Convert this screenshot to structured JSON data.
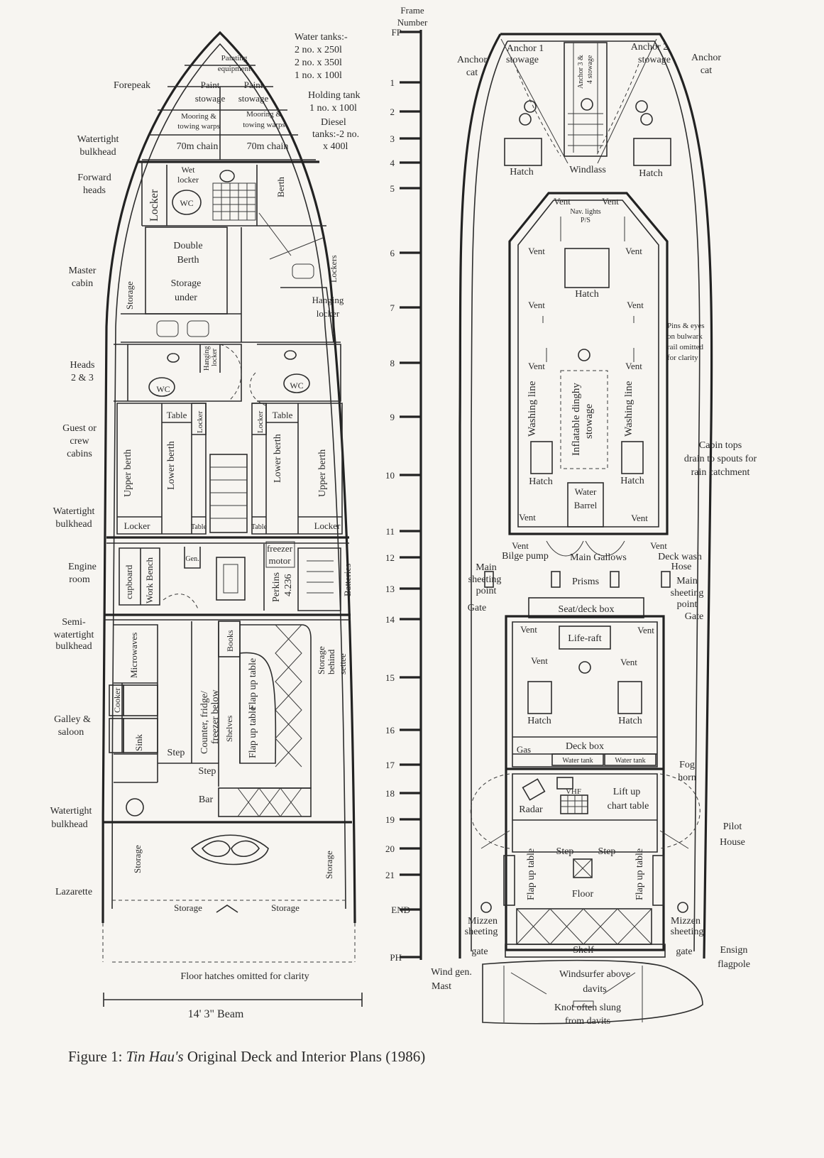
{
  "caption": {
    "prefix": "Figure 1: ",
    "vessel": "Tin Hau's",
    "suffix": " Original Deck and Interior Plans (1986)"
  },
  "frame_scale": {
    "title_1": "Frame",
    "title_2": "Number",
    "ticks": [
      "FP",
      "1",
      "2",
      "3",
      "4",
      "5",
      "6",
      "7",
      "8",
      "9",
      "10",
      "11",
      "12",
      "13",
      "14",
      "15",
      "16",
      "17",
      "18",
      "19",
      "20",
      "21",
      "END",
      "PH"
    ]
  },
  "interior": {
    "left_labels": {
      "forepeak": "Forepeak",
      "watertight_1a": "Watertight",
      "watertight_1b": "bulkhead",
      "forward_heads_a": "Forward",
      "forward_heads_b": "heads",
      "master_a": "Master",
      "master_b": "cabin",
      "heads23_a": "Heads",
      "heads23_b": "2 & 3",
      "guest_a": "Guest or",
      "guest_b": "crew",
      "guest_c": "cabins",
      "watertight_2a": "Watertight",
      "watertight_2b": "bulkhead",
      "engine_a": "Engine",
      "engine_b": "room",
      "semi_a": "Semi-",
      "semi_b": "watertight",
      "semi_c": "bulkhead",
      "galley_a": "Galley &",
      "galley_b": "saloon",
      "watertight_3a": "Watertight",
      "watertight_3b": "bulkhead",
      "lazarette": "Lazarette"
    },
    "tanks": {
      "water_title": "Water tanks:-",
      "water_1": "2 no. x 250l",
      "water_2": "2 no. x 350l",
      "water_3": "1 no. x 100l",
      "holding_1": "Holding tank",
      "holding_2": "1 no. x 100l",
      "diesel_1": "Diesel",
      "diesel_2": "tanks:-2 no.",
      "diesel_3": "x 400l"
    },
    "rooms": {
      "painting_1": "Painting",
      "painting_2": "equipment",
      "paint_a1": "Paint",
      "paint_a2": "stowage",
      "paint_b1": "Paint",
      "paint_b2": "stowage",
      "mooring_a1": "Mooring &",
      "mooring_a2": "towing warps",
      "mooring_b1": "Mooring &",
      "mooring_b2": "towing warps",
      "chain_a": "70m chain",
      "chain_b": "70m chain",
      "locker": "Locker",
      "wet_1": "Wet",
      "wet_2": "locker",
      "wc1": "WC",
      "wc2": "WC",
      "wc3": "WC",
      "berth": "Berth",
      "double_1": "Double",
      "double_2": "Berth",
      "storage_under_1": "Storage",
      "storage_under_2": "under",
      "storage": "Storage",
      "lockers": "Lockers",
      "hanging_1": "Hanging",
      "hanging_2": "locker",
      "hanging_small_1": "Hanging",
      "hanging_small_2": "locker",
      "table_l": "Table",
      "table_r": "Table",
      "locker_v_l": "Locker",
      "locker_v_r": "Locker",
      "upper_berth_l": "Upper berth",
      "lower_berth_l": "Lower berth",
      "upper_berth_r": "Upper berth",
      "lower_berth_r": "Lower berth",
      "locker_bl": "Locker",
      "locker_br": "Locker",
      "table_small_l": "Table",
      "table_small_r": "Table",
      "cupboard": "cupboard",
      "work_bench": "Work Bench",
      "gen": "Gen.",
      "freezer_1": "freezer",
      "freezer_2": "motor",
      "perkins": "Perkins",
      "perkins_num": "4.236",
      "batteries": "Batteries",
      "microwaves": "Microwaves",
      "cooker": "Cooker",
      "sink": "Sink",
      "counter": "Counter, fridge/",
      "counter_2": "freezer below",
      "shelves": "Shelves",
      "books": "Books",
      "flap_up_table": "Flap up table",
      "flap_up_table_2": "Flap up table",
      "storage_behind_1": "Storage",
      "storage_behind_2": "behind",
      "storage_behind_3": "settee",
      "step": "Step",
      "step2": "Step",
      "bar": "Bar",
      "storage_laz_l": "Storage",
      "storage_laz_r": "Storage",
      "storage_h_l": "Storage",
      "storage_h_r": "Storage"
    },
    "floor_note": "Floor hatches omitted for clarity",
    "beam": "14' 3\" Beam"
  },
  "deck": {
    "anchor_cat_l1": "Anchor",
    "anchor_cat_l2": "cat",
    "anchor_cat_r1": "Anchor",
    "anchor_cat_r2": "cat",
    "anchor1_1": "Anchor 1",
    "anchor1_2": "stowage",
    "anchor2_1": "Anchor 2",
    "anchor2_2": "stowage",
    "anchor34_1": "Anchor 3 &",
    "anchor34_2": "4 stowage",
    "hatch": "Hatch",
    "windlass": "Windlass",
    "vent": "Vent",
    "nav_1": "Nav. lights",
    "nav_2": "P/S",
    "pins_1": "Pins & eyes",
    "pins_2": "on bulwark",
    "pins_3": "rail omitted",
    "pins_4": "for clarity",
    "washing_line": "Washing line",
    "dinghy_1": "Inflatable dinghy",
    "dinghy_2": "stowage",
    "cabin_tops_1": "Cabin tops",
    "cabin_tops_2": "drain to spouts for",
    "cabin_tops_3": "rain catchment",
    "water_1": "Water",
    "water_2": "Barrel",
    "bilge_pump": "Bilge pump",
    "main_gallows": "Main Gallows",
    "deck_wash_1": "Deck wash",
    "deck_wash_2": "Hose",
    "main_sheet_l1": "Main",
    "main_sheet_l2": "sheeting",
    "main_sheet_l3": "point",
    "main_sheet_r1": "Main",
    "main_sheet_r2": "sheeting",
    "main_sheet_r3": "point",
    "prisms": "Prisms",
    "gate": "Gate",
    "seat_deck_box": "Seat/deck box",
    "life_raft": "Life-raft",
    "deck_box": "Deck box",
    "gas": "Gas",
    "water_tank": "Water tank",
    "fog_1": "Fog",
    "fog_2": "horn",
    "radar": "Radar",
    "vhf": "VHF",
    "lift_1": "Lift up",
    "lift_2": "chart table",
    "pilot_1": "Pilot",
    "pilot_2": "House",
    "step": "Step",
    "flap_up_table": "Flap up table",
    "floor": "Floor",
    "mizzen_1": "Mizzen",
    "mizzen_2": "sheeting",
    "shelf": "Shelf",
    "gate_lower": "gate",
    "ensign_1": "Ensign",
    "ensign_2": "flagpole",
    "wind_1": "Wind gen.",
    "wind_2": "Mast",
    "windsurfer_1": "Windsurfer above",
    "windsurfer_2": "davits",
    "knot_1": "Knot often slung",
    "knot_2": "from davits"
  }
}
